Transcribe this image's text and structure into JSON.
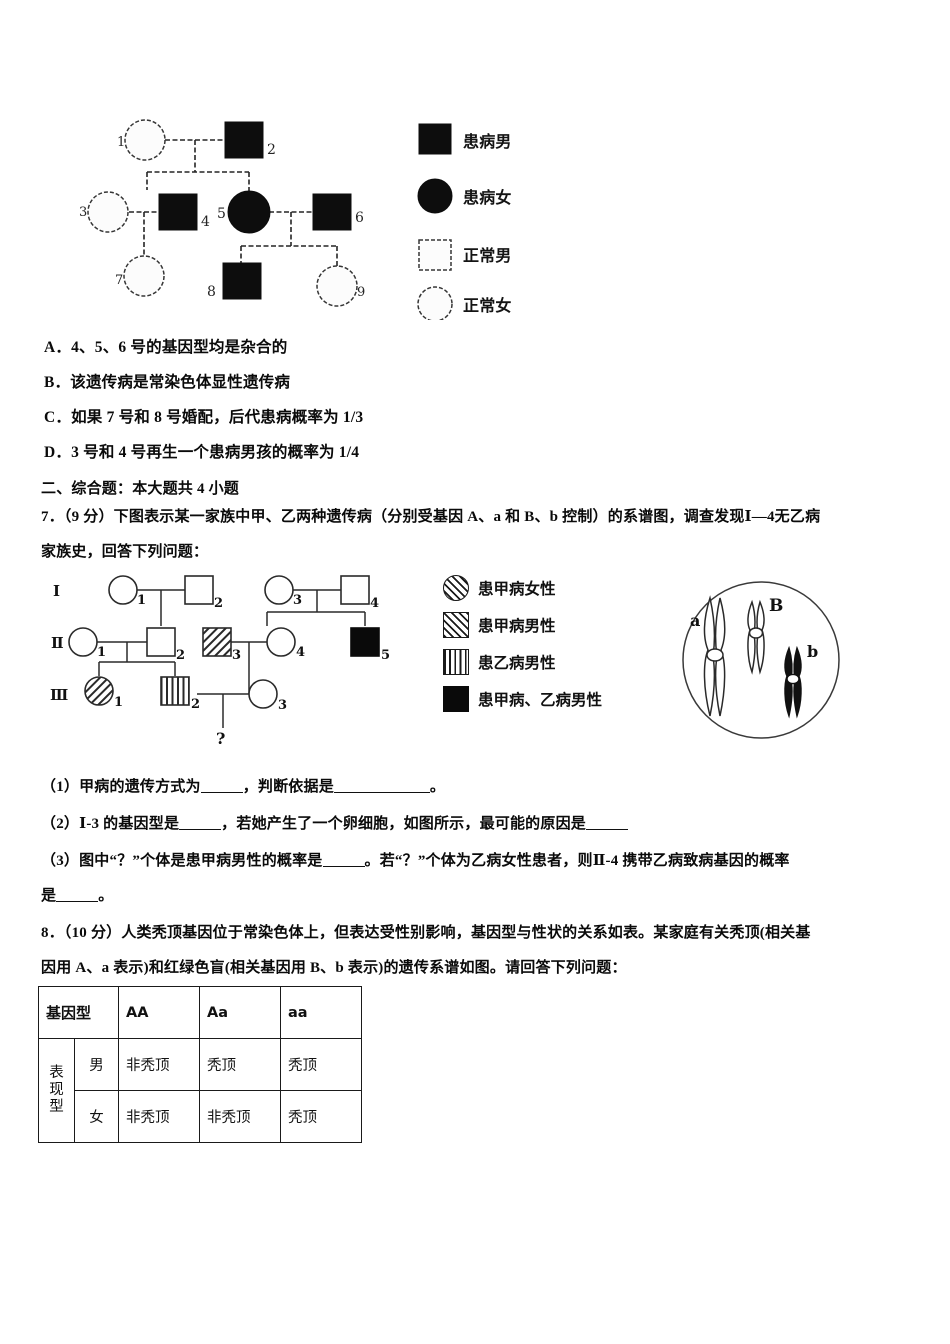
{
  "options": [
    {
      "key": "A．",
      "text": "4、5、6 号的基因型均是杂合的"
    },
    {
      "key": "B．",
      "text": "该遗传病是常染色体显性遗传病"
    },
    {
      "key": "C．",
      "text": "如果 7 号和 8 号婚配，后代患病概率为 1/3"
    },
    {
      "key": "D．",
      "text": "3 号和 4 号再生一个患病男孩的概率为 1/4"
    }
  ],
  "section_heading": "二、综合题：本大题共 4 小题",
  "q7": {
    "number": "7．",
    "marks": "（9 分）",
    "line1": "下图表示某一家族中甲、乙两种遗传病（分别受基因 A、a 和 B、b 控制）的系谱图，调查发现Ⅰ—4无乙病",
    "line2": "家族史，回答下列问题：",
    "sub1_a": "（1）甲病的遗传方式为",
    "sub1_b": "，判断依据是",
    "sub1_c": "。",
    "sub2_a": "（2）Ⅰ-3 的基因型是",
    "sub2_b": "，若她产生了一个卵细胞，如图所示，最可能的原因是",
    "sub3_a": "（3）图中“？”个体是患甲病男性的概率是",
    "sub3_b": "。若“？”个体为乙病女性患者，则Ⅱ-4 携带乙病致病基因的概率",
    "sub3_c": "是",
    "sub3_d": "。"
  },
  "q8": {
    "number": "8．",
    "marks": "（10 分）",
    "line1": "人类秃顶基因位于常染色体上，但表达受性别影响，基因型与性状的关系如表。某家庭有关秃顶(相关基",
    "line2": "因用 A、a 表示)和红绿色盲(相关基因用 B、b 表示)的遗传系谱如图。请回答下列问题："
  },
  "pedigree1": {
    "legend": [
      {
        "icon": "filled-square",
        "label": "患病男"
      },
      {
        "icon": "filled-circle",
        "label": "患病女"
      },
      {
        "icon": "open-square",
        "label": "正常男"
      },
      {
        "icon": "open-circle",
        "label": "正常女"
      }
    ],
    "individuals": [
      {
        "id": "1",
        "shape": "circle",
        "status": "normal"
      },
      {
        "id": "2",
        "shape": "square",
        "status": "affected"
      },
      {
        "id": "3",
        "shape": "circle",
        "status": "normal"
      },
      {
        "id": "4",
        "shape": "square",
        "status": "affected"
      },
      {
        "id": "5",
        "shape": "circle",
        "status": "affected"
      },
      {
        "id": "6",
        "shape": "square",
        "status": "affected"
      },
      {
        "id": "7",
        "shape": "circle",
        "status": "normal"
      },
      {
        "id": "8",
        "shape": "square",
        "status": "affected"
      },
      {
        "id": "9",
        "shape": "circle",
        "status": "normal"
      }
    ]
  },
  "pedigree2": {
    "generations": [
      "Ⅰ",
      "Ⅱ",
      "Ⅲ"
    ],
    "legend": [
      {
        "icon": "hatched-circle",
        "label": "患甲病女性"
      },
      {
        "icon": "hatched-square",
        "label": "患甲病男性"
      },
      {
        "icon": "vstriped-square",
        "label": "患乙病男性"
      },
      {
        "icon": "filled-square",
        "label": "患甲病、乙病男性"
      }
    ],
    "individuals": [
      {
        "id": "1",
        "gen": "Ⅰ",
        "shape": "circle",
        "status": "normal"
      },
      {
        "id": "2",
        "gen": "Ⅰ",
        "shape": "square",
        "status": "normal"
      },
      {
        "id": "3",
        "gen": "Ⅰ",
        "shape": "circle",
        "status": "normal"
      },
      {
        "id": "4",
        "gen": "Ⅰ",
        "shape": "square",
        "status": "normal"
      },
      {
        "id": "1",
        "gen": "Ⅱ",
        "shape": "circle",
        "status": "normal"
      },
      {
        "id": "2",
        "gen": "Ⅱ",
        "shape": "square",
        "status": "normal"
      },
      {
        "id": "3",
        "gen": "Ⅱ",
        "shape": "square",
        "status": "hatched"
      },
      {
        "id": "4",
        "gen": "Ⅱ",
        "shape": "circle",
        "status": "normal"
      },
      {
        "id": "5",
        "gen": "Ⅱ",
        "shape": "square",
        "status": "filled"
      },
      {
        "id": "1",
        "gen": "Ⅲ",
        "shape": "circle",
        "status": "hatched"
      },
      {
        "id": "2",
        "gen": "Ⅲ",
        "shape": "square",
        "status": "vstriped"
      },
      {
        "id": "3",
        "gen": "Ⅲ",
        "shape": "circle",
        "status": "normal"
      },
      {
        "id": "?",
        "gen": "Ⅳ",
        "shape": "unknown",
        "status": "unknown"
      }
    ]
  },
  "cell_figure": {
    "labels": [
      "a",
      "B",
      "b"
    ],
    "chromosomes": [
      {
        "label": "a",
        "fill": "open",
        "size": "large"
      },
      {
        "label": "B",
        "fill": "open",
        "size": "small"
      },
      {
        "label": "b",
        "fill": "solid",
        "size": "small"
      }
    ]
  },
  "pheno_table": {
    "header_row": [
      "基因型",
      "AA",
      "Aa",
      "aa"
    ],
    "row_label": "表现型",
    "rows": [
      {
        "sex": "男",
        "values": [
          "非秃顶",
          "秃顶",
          "秃顶"
        ]
      },
      {
        "sex": "女",
        "values": [
          "非秃顶",
          "非秃顶",
          "秃顶"
        ]
      }
    ]
  }
}
